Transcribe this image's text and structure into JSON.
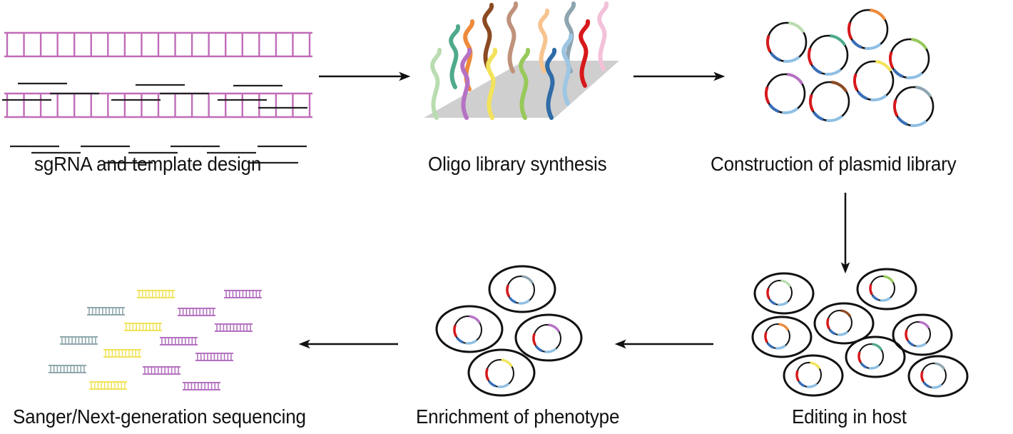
{
  "title": "Workflow of CRISPR-based library editing",
  "steps": [
    {
      "id": "design",
      "label": "sgRNA and template design"
    },
    {
      "id": "synthesis",
      "label": "Oligo library synthesis"
    },
    {
      "id": "construction",
      "label": "Construction of plasmid library"
    },
    {
      "id": "editing",
      "label": "Editing in host"
    },
    {
      "id": "enrichment",
      "label": "Enrichment of phenotype"
    },
    {
      "id": "sequencing",
      "label": "Sanger/Next-generation sequencing"
    }
  ],
  "flow": [
    {
      "from": "design",
      "to": "synthesis",
      "direction": "right"
    },
    {
      "from": "synthesis",
      "to": "construction",
      "direction": "right"
    },
    {
      "from": "construction",
      "to": "editing",
      "direction": "down"
    },
    {
      "from": "editing",
      "to": "enrichment",
      "direction": "left"
    },
    {
      "from": "enrichment",
      "to": "sequencing",
      "direction": "left"
    }
  ],
  "colors": {
    "dna_ladder": "#c06cb8",
    "oligo_line": "#222222",
    "chip": "#cfcfcf",
    "promoter_red": "#d7191c",
    "marker_blue": "#3a6fb7",
    "marker_lightblue": "#8fbfe3",
    "ink": "#111111",
    "seq_gray": "#8fa8ad",
    "seq_yellow": "#f2e35a",
    "seq_purple": "#b472c0"
  },
  "oligo_colors": [
    "#b9dcb0",
    "#4faa8a",
    "#ee8a3b",
    "#b572c4",
    "#8b4a22",
    "#f2e35a",
    "#c0927c",
    "#97c95b",
    "#f7c48f",
    "#2f6ca8",
    "#8ea5b1",
    "#9dc6e3",
    "#d7191c",
    "#f3c1d9"
  ],
  "plasmid_library_variants": [
    "#b9dcb0",
    "#4faa8a",
    "#ee8a3b",
    "#97c95b",
    "#b572c4",
    "#8b4a22",
    "#f2e35a",
    "#8ea5b1"
  ],
  "host_cell_variants": [
    "#b9dcb0",
    "#97c95b",
    "#8b4a22",
    "#ee8a3b",
    "#b572c4",
    "#4faa8a",
    "#f2e35a",
    "#8ea5b1"
  ],
  "enriched_cell_variants": [
    "#8ea5b1",
    "#b572c4",
    "#b572c4",
    "#f2e35a"
  ],
  "sequencing_reads": [
    "yellow",
    "purple",
    "gray",
    "purple",
    "yellow",
    "purple",
    "gray",
    "purple",
    "yellow",
    "purple",
    "gray",
    "purple",
    "yellow",
    "purple"
  ]
}
